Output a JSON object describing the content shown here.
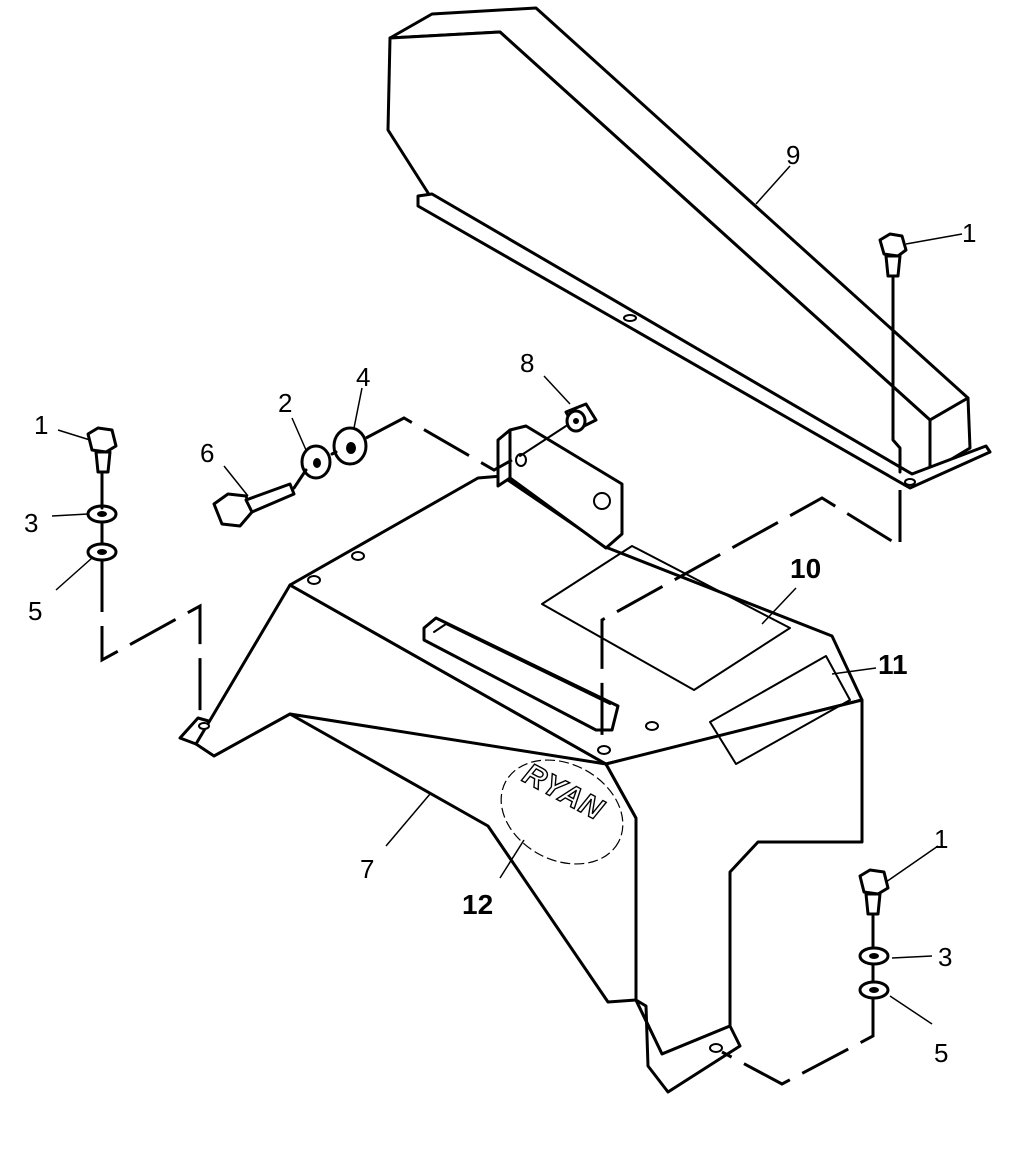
{
  "callouts": {
    "c1a": "1",
    "c1b": "1",
    "c1c": "1",
    "c2": "2",
    "c3a": "3",
    "c3b": "3",
    "c4": "4",
    "c5a": "5",
    "c5b": "5",
    "c6": "6",
    "c7": "7",
    "c8": "8",
    "c9": "9",
    "c10": "10",
    "c11": "11",
    "c12": "12"
  },
  "logo": {
    "brand": "RYAN"
  }
}
